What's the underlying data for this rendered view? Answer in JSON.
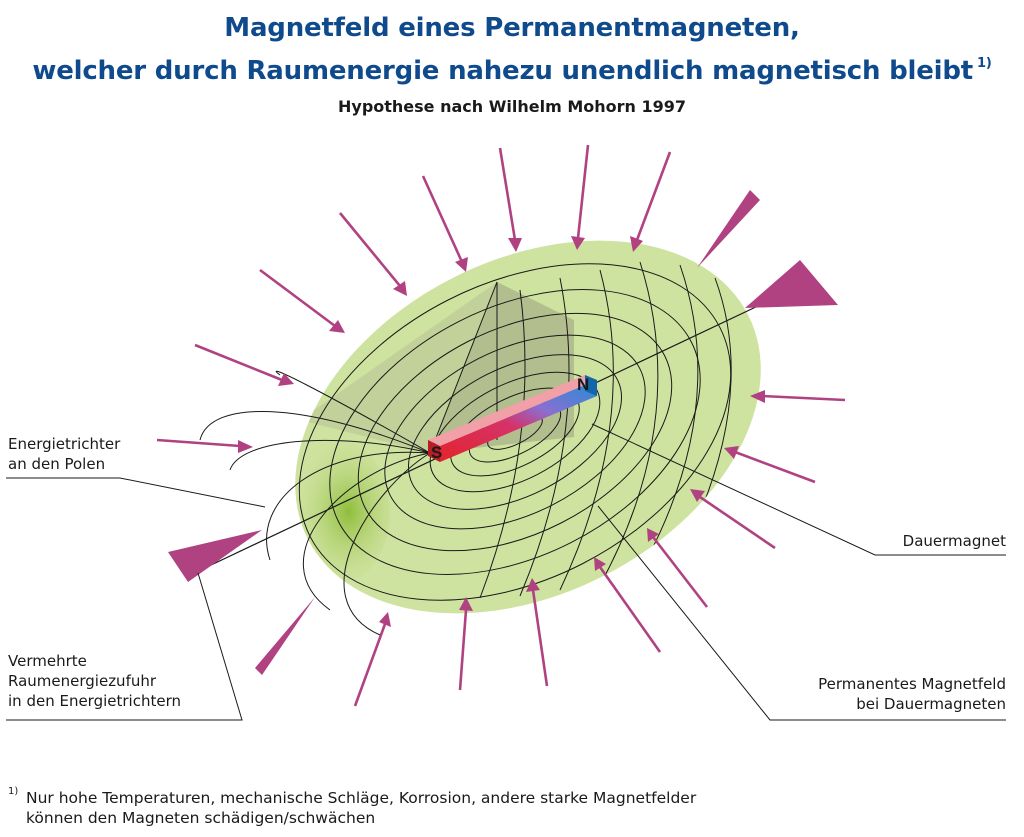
{
  "title": {
    "line1": "Magnetfeld eines Permanentmagneten,",
    "line2": "welcher durch Raumenergie nahezu unendlich magnetisch bleibt",
    "footnote_marker": "1)"
  },
  "subtitle": "Hypothese nach Wilhelm Mohorn 1997",
  "magnet": {
    "south_label": "S",
    "north_label": "N",
    "colors": {
      "south": "#e3242b",
      "north": "#1f8fd8"
    }
  },
  "labels": {
    "energy_funnel": [
      "Energietrichter",
      "an den Polen"
    ],
    "permanent_magnet": "Dauermagnet",
    "increased_supply": [
      "Vermehrte",
      "Raumenergiezufuhr",
      "in den Energietrichtern"
    ],
    "permanent_field": [
      "Permanentes Magnetfeld",
      "bei Dauermagneten"
    ]
  },
  "footnote": {
    "marker": "1)",
    "lines": [
      "Nur hohe Temperaturen, mechanische Schläge, Korrosion, andere starke Magnetfelder",
      "können den Magneten schädigen/schwächen"
    ]
  },
  "colors": {
    "title": "#0f4a8c",
    "field_fill": "#cfe3a0",
    "arrows": "#b04282",
    "lines": "#1a1a1a"
  }
}
